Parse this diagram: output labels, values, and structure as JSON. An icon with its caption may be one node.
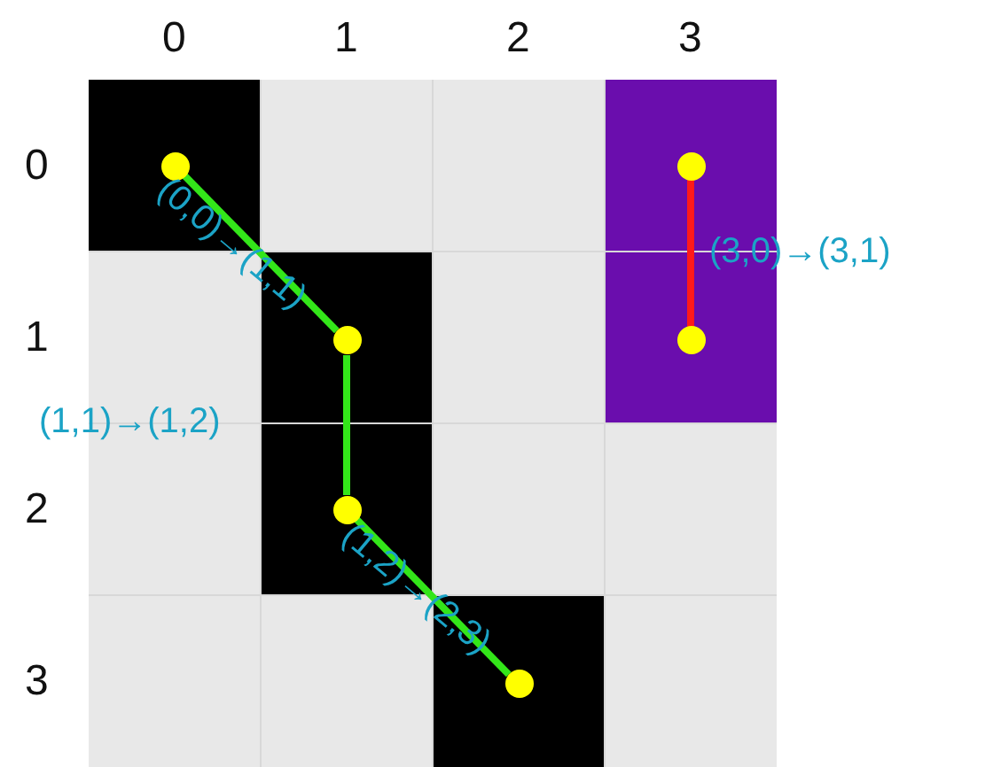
{
  "diagram": {
    "nodes": [
      {
        "text": [],
        "shape": "circle"
      },
      {
        "text": [],
        "shape": "circle"
      },
      {
        "text": [],
        "shape": "circle"
      },
      {
        "text": [],
        "shape": "circle"
      },
      {
        "text": [],
        "shape": "circle"
      },
      {
        "text": [],
        "shape": "circle"
      }
    ],
    "edges": [
      {
        "from": 0,
        "to": 2,
        "arrow": "none",
        "label": "(0,0)→(1,1)"
      },
      {
        "from": 2,
        "to": 4,
        "arrow": "none",
        "label": "(1,1)→(1,2)"
      },
      {
        "from": 4,
        "to": 5,
        "arrow": "none",
        "label": "(1,2)→(2,3)"
      },
      {
        "from": 1,
        "to": 3,
        "arrow": "none",
        "label": "(3,0)→(3,1)",
        "color": "#ff1a1a"
      }
    ],
    "labels": [
      "0",
      "1",
      "2",
      "3",
      "0",
      "1",
      "2",
      "3"
    ]
  }
}
